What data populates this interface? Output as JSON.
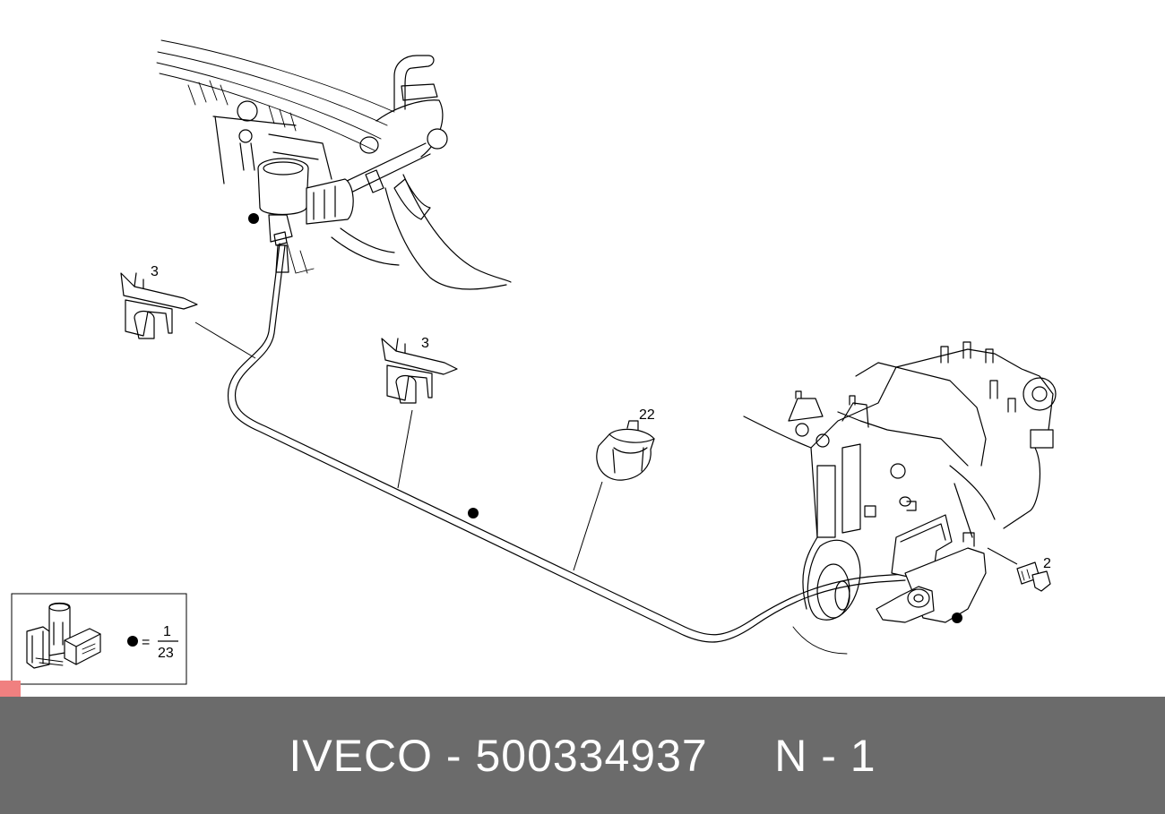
{
  "callouts": {
    "clip_left": "3",
    "clip_center": "3",
    "grommet": "22",
    "bolt": "2"
  },
  "legend": {
    "numerator": "1",
    "denominator": "23",
    "equals": "="
  },
  "footer": {
    "brand": "IVECO",
    "separator": " - ",
    "part_number": "500334937",
    "page_ref": "N - 1"
  },
  "colors": {
    "footer_bg": "#6b6b6b",
    "footer_text": "#ffffff",
    "corner_mark": "#f08080",
    "line": "#000000"
  }
}
